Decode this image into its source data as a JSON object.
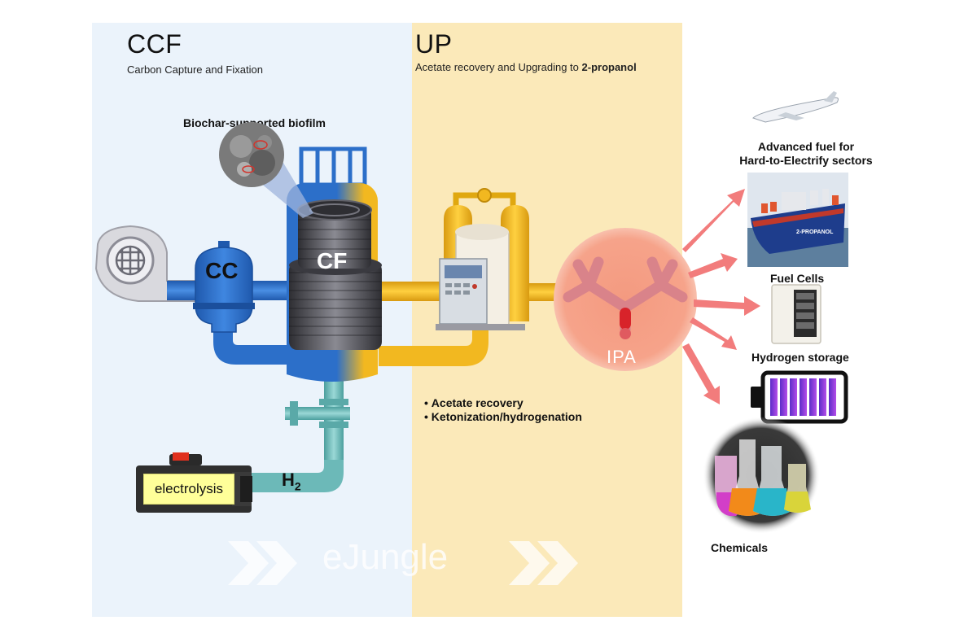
{
  "ccf": {
    "heading": "CCF",
    "subtitle": "Carbon Capture and Fixation",
    "biofilm_label": "Biochar-supported biofilm",
    "cc_label": "CC",
    "cf_label": "CF",
    "electrolysis_label": "electrolysis",
    "h2_main": "H",
    "h2_sub": "2"
  },
  "up": {
    "heading": "UP",
    "subtitle_prefix": "Acetate recovery and Upgrading to ",
    "subtitle_bold": "2-propanol",
    "steps": [
      "Acetate recovery",
      "Ketonization/hydrogenation"
    ],
    "ipa_label": "IPA"
  },
  "outputs": {
    "fuel_label_line1": "Advanced fuel for",
    "fuel_label_line2": "Hard-to-Electrify sectors",
    "fuel_cells_label": "Fuel Cells",
    "hydrogen_storage_label": "Hydrogen storage",
    "chemicals_label": "Chemicals",
    "ship_text": "2-PROPANOL"
  },
  "watermark": "eJungle",
  "colors": {
    "ccf_bg": "#ebf3fb",
    "up_bg": "#fbe9b9",
    "pipe_blue": "#2c6fc9",
    "pipe_yellow": "#f2b820",
    "pipe_teal": "#6cb9b8",
    "ipa_circle": "#f6a089",
    "arrow": "#f27c7c",
    "electrolysis_box": "#ffff99",
    "battery": "#8a3fd8"
  }
}
